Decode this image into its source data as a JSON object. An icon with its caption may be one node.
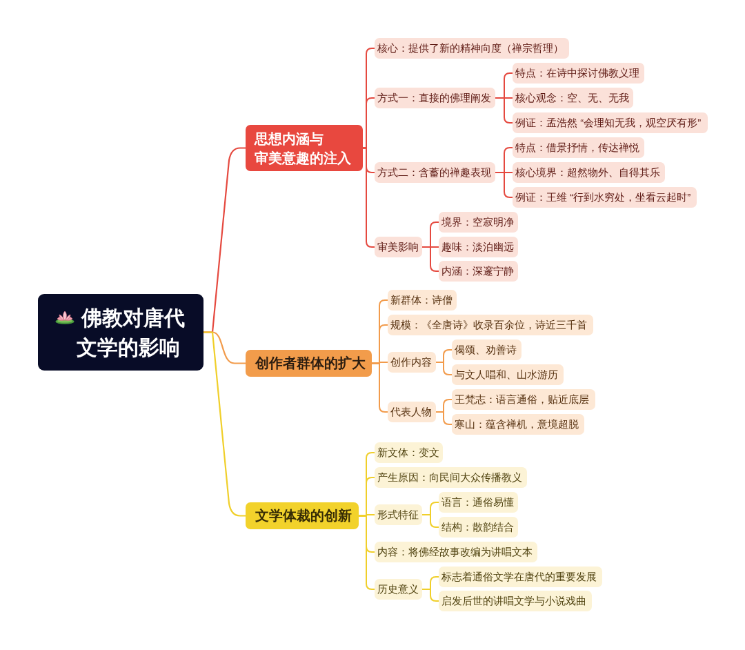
{
  "diagram": {
    "nodes": [
      {
        "text": [
          "佛教对唐代文学的影响"
        ]
      },
      {
        "text": [
          "思想内涵与审美意趣的注入"
        ]
      },
      {
        "text": [
          "核心：提供了新的精神向度（禅宗哲理）"
        ]
      },
      {
        "text": [
          "方式一：直接的佛理阐发"
        ]
      },
      {
        "text": [
          "特点：在诗中探讨佛教义理"
        ]
      },
      {
        "text": [
          "核心观念：空、无、无我"
        ]
      },
      {
        "text": [
          "例证：孟浩然 “会理知无我，观空厌有形”"
        ]
      },
      {
        "text": [
          "方式二：含蓄的禅趣表现"
        ]
      },
      {
        "text": [
          "特点：借景抒情，传达禅悦"
        ]
      },
      {
        "text": [
          "核心境界：超然物外、自得其乐"
        ]
      },
      {
        "text": [
          "例证：王维 “行到水穷处，坐看云起时”"
        ]
      },
      {
        "text": [
          "审美影响"
        ]
      },
      {
        "text": [
          "境界：空寂明净"
        ]
      },
      {
        "text": [
          "趣味：淡泊幽远"
        ]
      },
      {
        "text": [
          "内涵：深邃宁静"
        ]
      },
      {
        "text": [
          "创作者群体的扩大"
        ]
      },
      {
        "text": [
          "新群体：诗僧"
        ]
      },
      {
        "text": [
          "规模：《全唐诗》收录百余位，诗近三千首"
        ]
      },
      {
        "text": [
          "创作内容"
        ]
      },
      {
        "text": [
          "偈颂、劝善诗"
        ]
      },
      {
        "text": [
          "与文人唱和、山水游历"
        ]
      },
      {
        "text": [
          "代表人物"
        ]
      },
      {
        "text": [
          "王梵志：语言通俗，贴近底层"
        ]
      },
      {
        "text": [
          "寒山：蕴含禅机，意境超脱"
        ]
      },
      {
        "text": [
          "文学体裁的创新"
        ]
      },
      {
        "text": [
          "新文体：变文"
        ]
      },
      {
        "text": [
          "产生原因：向民间大众传播教义"
        ]
      },
      {
        "text": [
          "形式特征"
        ]
      },
      {
        "text": [
          "语言：通俗易懂"
        ]
      },
      {
        "text": [
          "结构：散韵结合"
        ]
      },
      {
        "text": [
          "内容：将佛经故事改编为讲唱文本"
        ]
      },
      {
        "text": [
          "历史意义"
        ]
      },
      {
        "text": [
          "标志着通俗文学在唐代的重要发展"
        ]
      },
      {
        "text": [
          "启发后世的讲唱文学与小说戏曲"
        ]
      }
    ],
    "edges": [
      {
        "from": 0,
        "to": 1,
        "arrow": "none"
      },
      {
        "from": 0,
        "to": 15,
        "arrow": "none",
        "color": "#f29b4b"
      },
      {
        "from": 0,
        "to": 24,
        "arrow": "none",
        "color": "#f0cf2a"
      },
      {
        "from": 1,
        "to": 2,
        "arrow": "none"
      },
      {
        "from": 1,
        "to": 3,
        "arrow": "none"
      },
      {
        "from": 1,
        "to": 7,
        "arrow": "none"
      },
      {
        "from": 1,
        "to": 11,
        "arrow": "none"
      },
      {
        "from": 3,
        "to": 4,
        "arrow": "none"
      },
      {
        "from": 3,
        "to": 5,
        "arrow": "none"
      },
      {
        "from": 3,
        "to": 6,
        "arrow": "none"
      },
      {
        "from": 7,
        "to": 8,
        "arrow": "none"
      },
      {
        "from": 7,
        "to": 9,
        "arrow": "none"
      },
      {
        "from": 7,
        "to": 10,
        "arrow": "none"
      },
      {
        "from": 11,
        "to": 12,
        "arrow": "none"
      },
      {
        "from": 11,
        "to": 13,
        "arrow": "none"
      },
      {
        "from": 11,
        "to": 14,
        "arrow": "none"
      },
      {
        "from": 15,
        "to": 16,
        "arrow": "none",
        "color": "#f29b4b"
      },
      {
        "from": 15,
        "to": 17,
        "arrow": "none",
        "color": "#f29b4b"
      },
      {
        "from": 15,
        "to": 18,
        "arrow": "none",
        "color": "#f29b4b"
      },
      {
        "from": 15,
        "to": 21,
        "arrow": "none",
        "color": "#f29b4b"
      },
      {
        "from": 18,
        "to": 19,
        "arrow": "none",
        "color": "#f29b4b"
      },
      {
        "from": 18,
        "to": 20,
        "arrow": "none",
        "color": "#f29b4b"
      },
      {
        "from": 21,
        "to": 22,
        "arrow": "none",
        "color": "#f29b4b"
      },
      {
        "from": 21,
        "to": 23,
        "arrow": "none",
        "color": "#f29b4b"
      },
      {
        "from": 24,
        "to": 25,
        "arrow": "none",
        "color": "#f0cf2a"
      },
      {
        "from": 24,
        "to": 26,
        "arrow": "none",
        "color": "#f0cf2a"
      },
      {
        "from": 24,
        "to": 27,
        "arrow": "none",
        "color": "#f0cf2a"
      },
      {
        "from": 24,
        "to": 30,
        "arrow": "none",
        "color": "#f0cf2a"
      },
      {
        "from": 24,
        "to": 31,
        "arrow": "none",
        "color": "#f0cf2a"
      },
      {
        "from": 27,
        "to": 28,
        "arrow": "none",
        "color": "#f0cf2a"
      },
      {
        "from": 27,
        "to": 29,
        "arrow": "none",
        "color": "#f0cf2a"
      },
      {
        "from": 31,
        "to": 32,
        "arrow": "none",
        "color": "#f0cf2a"
      },
      {
        "from": 31,
        "to": 33,
        "arrow": "none",
        "color": "#f0cf2a"
      }
    ]
  }
}
